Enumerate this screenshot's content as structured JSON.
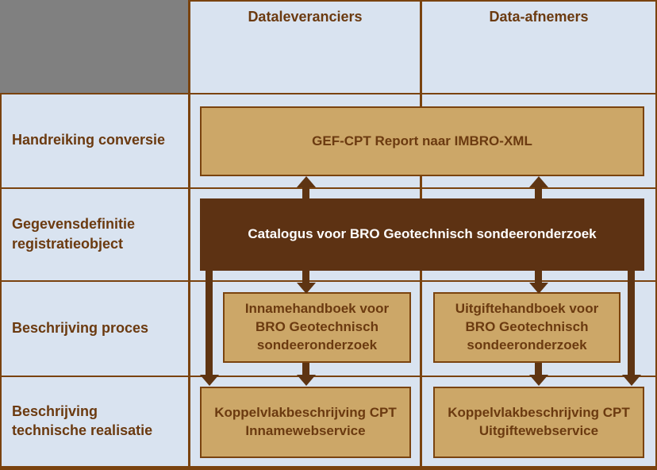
{
  "header": {
    "dataleveranciers": "Dataleveranciers",
    "data_afnemers": "Data-afnemers"
  },
  "rows": [
    {
      "label": "Handreiking conversie"
    },
    {
      "label": "Gegevensdefinitie registratieobject"
    },
    {
      "label": "Beschrijving proces"
    },
    {
      "label": "Beschrijving technische realisatie"
    }
  ],
  "boxes": {
    "gef_cpt": "GEF-CPT Report naar IMBRO-XML",
    "catalogus": "Catalogus voor BRO Geotechnisch sondeeronderzoek",
    "inname_handboek": "Innamehandboek voor BRO Geotechnisch sondeeronderzoek",
    "uitgifte_handboek": "Uitgiftehandboek voor BRO Geotechnisch sondeeronderzoek",
    "inname_koppelvlak": "Koppelvlakbeschrijving CPT Innamewebservice",
    "uitgifte_koppelvlak": "Koppelvlakbeschrijving CPT Uitgiftewebservice"
  },
  "colors": {
    "background": "#d9e3f0",
    "corner": "#808080",
    "grid_line": "#7a430f",
    "box_fill": "#cca768",
    "box_border": "#7a430f",
    "dark_box_fill": "#5d3213",
    "text_brown": "#6b3a10",
    "dark_box_text": "#ffffff",
    "arrow": "#5e3412"
  }
}
